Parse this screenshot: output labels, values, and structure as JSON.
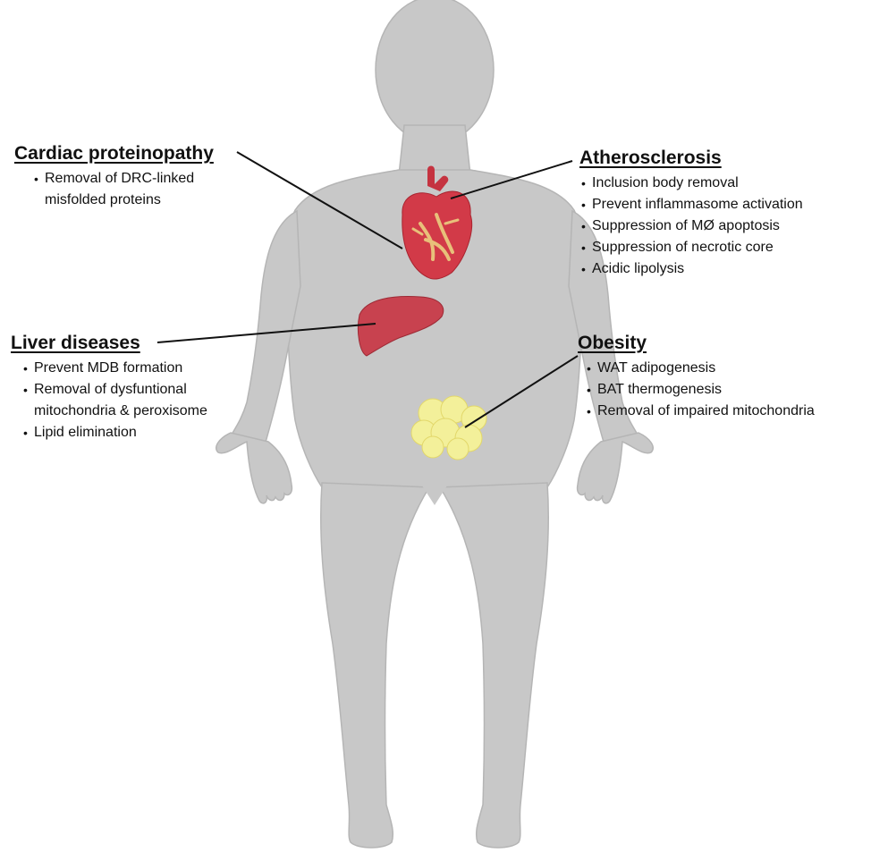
{
  "diagram": {
    "colors": {
      "body": "#c8c8c8",
      "body_outline": "#b0b0b0",
      "heart": "#d23a48",
      "heart_vessel": "#e8c07a",
      "liver": "#c8424f",
      "fat": "#f3f09a",
      "connector": "#111111"
    },
    "cardiac": {
      "heading": "Cardiac proteinopathy",
      "items": [
        "Removal of DRC-linked",
        "misfolded proteins"
      ]
    },
    "atherosclerosis": {
      "heading": "Atherosclerosis",
      "items": [
        "Inclusion body removal",
        "Prevent inflammasome activation",
        "Suppression of MØ apoptosis",
        "Suppression of necrotic core",
        "Acidic lipolysis"
      ]
    },
    "liver": {
      "heading": "Liver diseases",
      "items": [
        "Prevent MDB formation",
        "Removal of dysfuntional",
        "mitochondria & peroxisome",
        "Lipid elimination"
      ]
    },
    "obesity": {
      "heading": "Obesity",
      "items": [
        "WAT adipogenesis",
        "BAT thermogenesis",
        "Removal of impaired mitochondria"
      ]
    }
  }
}
